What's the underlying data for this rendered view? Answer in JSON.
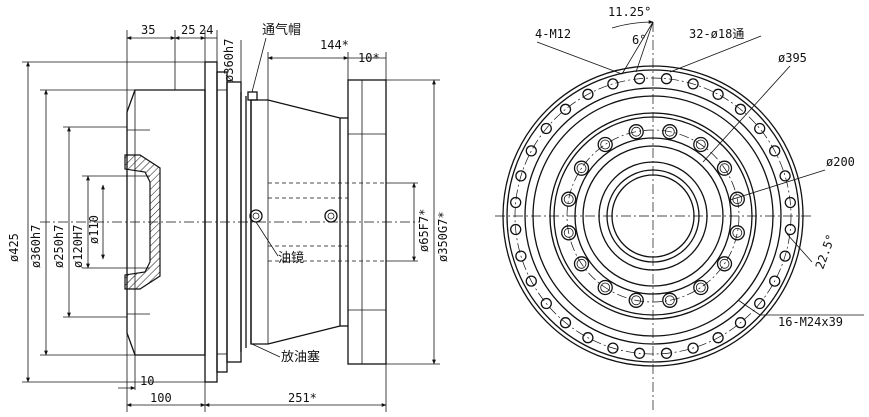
{
  "side_view": {
    "top_dims": {
      "d1": "35",
      "d2": "25",
      "d3": "24",
      "d4": "144*",
      "d5": "10*"
    },
    "vertical_dims": {
      "d425": "ø425",
      "d360": "ø360h7",
      "d250": "ø250h7",
      "d120": "ø120H7",
      "d110": "ø110",
      "d360top": "ø360h7",
      "d65": "ø65F7*",
      "d350": "ø350G7*"
    },
    "bottom_dims": {
      "b10": "10",
      "b100": "100",
      "b251": "251*"
    },
    "callouts": {
      "breather": "通气帽",
      "sight_glass": "油镜",
      "drain_plug": "放油塞"
    }
  },
  "front_view": {
    "angle_top": "11.25°",
    "angle_small": "6°",
    "callouts": {
      "tap_holes": "4-M12",
      "through_holes": "32-ø18通",
      "d395": "ø395",
      "d200": "ø200",
      "angle_22": "22.5°",
      "bolt_holes": "16-M24x39"
    }
  }
}
